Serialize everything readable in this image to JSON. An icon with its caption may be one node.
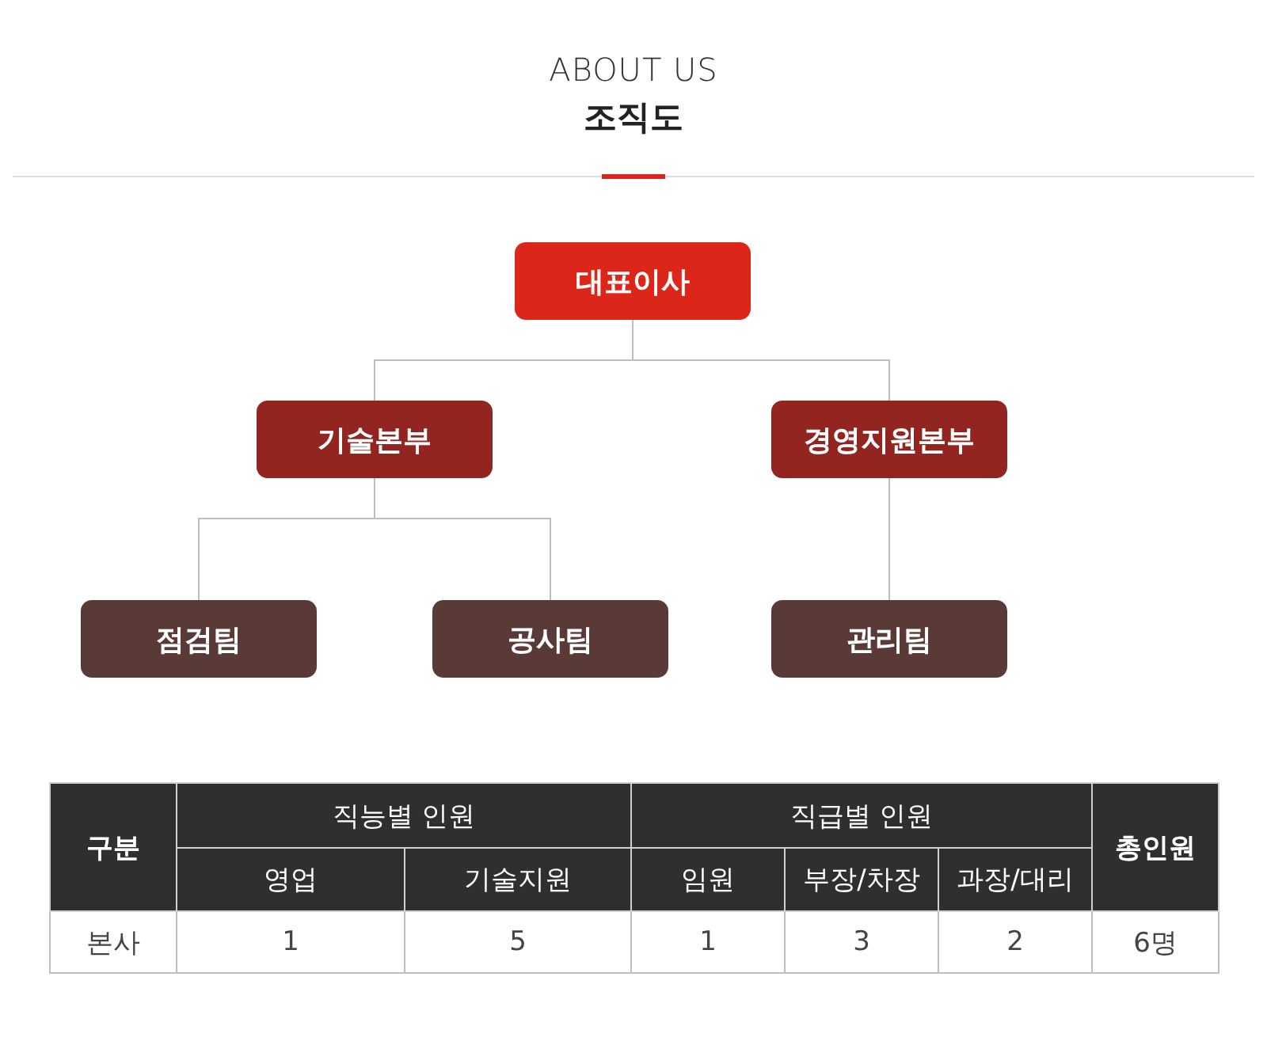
{
  "diagram": {
    "title": "조직도",
    "nodes": [
      {
        "text": [
          "대표이사"
        ]
      },
      {
        "text": [
          "기술본부"
        ]
      },
      {
        "text": [
          "경영지원본부"
        ]
      },
      {
        "text": [
          "점검팀"
        ]
      },
      {
        "text": [
          "공사팀"
        ]
      },
      {
        "text": [
          "관리팀"
        ]
      }
    ],
    "edges": [
      {
        "from": 0,
        "to": 1,
        "arrow": "none"
      },
      {
        "from": 0,
        "to": 2,
        "arrow": "none"
      },
      {
        "from": 1,
        "to": 3,
        "arrow": "none"
      },
      {
        "from": 1,
        "to": 4,
        "arrow": "none"
      },
      {
        "from": 2,
        "to": 5,
        "arrow": "none"
      }
    ],
    "labels": [
      "ABOUT US",
      "구분",
      "직능별 인원",
      "직급별 인원",
      "총인원",
      "영업",
      "기술지원",
      "임원",
      "부장/차장",
      "과장/대리",
      "본사",
      "1",
      "5",
      "1",
      "3",
      "2",
      "6명"
    ]
  }
}
